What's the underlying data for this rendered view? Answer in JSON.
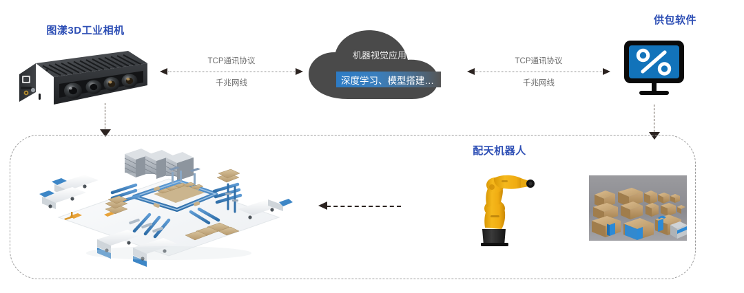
{
  "nodes": {
    "camera": {
      "title": "图漾3D工业相机",
      "icon": "3d-industrial-camera-device"
    },
    "cloud": {
      "title": "机器视觉应用",
      "highlight": "深度学习、模型搭建…",
      "icon": "cloud-shape"
    },
    "software": {
      "title": "供包软件",
      "icon": "monitor-percent-icon"
    },
    "robot": {
      "title": "配天机器人",
      "icon": "robotic-arm"
    },
    "warehouse": {
      "icon": "warehouse-logistics-illustration"
    },
    "boxes": {
      "icon": "parcel-boxes-photo"
    }
  },
  "links": {
    "left": {
      "protocol": "TCP通讯协议",
      "medium": "千兆网线",
      "direction": "bidirectional"
    },
    "right": {
      "protocol": "TCP通讯协议",
      "medium": "千兆网线",
      "direction": "bidirectional"
    },
    "camera_down": {
      "direction": "down"
    },
    "software_down": {
      "direction": "down"
    },
    "robot_to_warehouse": {
      "direction": "left"
    }
  },
  "colors": {
    "title_blue": "#2e4fb5",
    "cloud_gray": "#4a4a4a",
    "band_blue": "#2d7bc4",
    "monitor_blue": "#1273ba",
    "link_label_gray": "#6d6d6d",
    "arrow_dark": "#2b2320",
    "panel_border": "#9a9a9a",
    "robot_yellow": "#f2b01e"
  }
}
